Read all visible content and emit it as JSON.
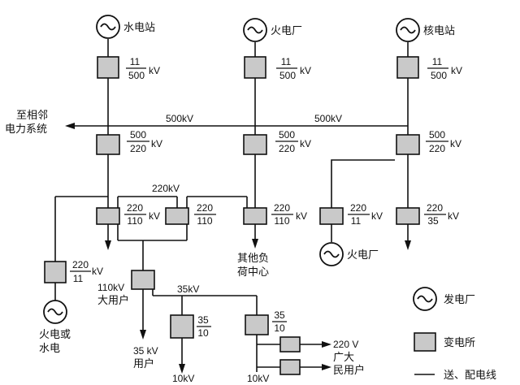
{
  "stations": {
    "hydro": "水电站",
    "thermal": "火电厂",
    "nuclear": "核电站",
    "small_thermal": "火电厂",
    "thermal_or_hydro_line1": "火电或",
    "thermal_or_hydro_line2": "水电"
  },
  "ratios": {
    "step_up_num": "11",
    "step_up_den": "500",
    "hub_num": "500",
    "hub_den": "220",
    "sub220_110_num": "220",
    "sub220_110_den": "110",
    "sub220_11_num": "220",
    "sub220_11_den": "11",
    "sub220_35_num": "220",
    "sub220_35_den": "35",
    "sub35_10_num": "35",
    "sub35_10_den": "10",
    "unit_kv": "kV"
  },
  "voltages": {
    "v500": "500kV",
    "v220": "220kV",
    "v110": "110kV",
    "v35": "35kV",
    "v35_users": "35 kV",
    "v10": "10kV",
    "v220v": "220 V"
  },
  "consumers": {
    "neighbor_line1": "至相邻",
    "neighbor_line2": "电力系统",
    "large_users": "大用户",
    "users_35kv": "用户",
    "other_load_line1": "其他负",
    "other_load_line2": "荷中心",
    "public_line1": "广大",
    "public_line2": "民用户"
  },
  "legend": {
    "generator": "发电厂",
    "substation": "变电所",
    "line": "送、配电线"
  }
}
